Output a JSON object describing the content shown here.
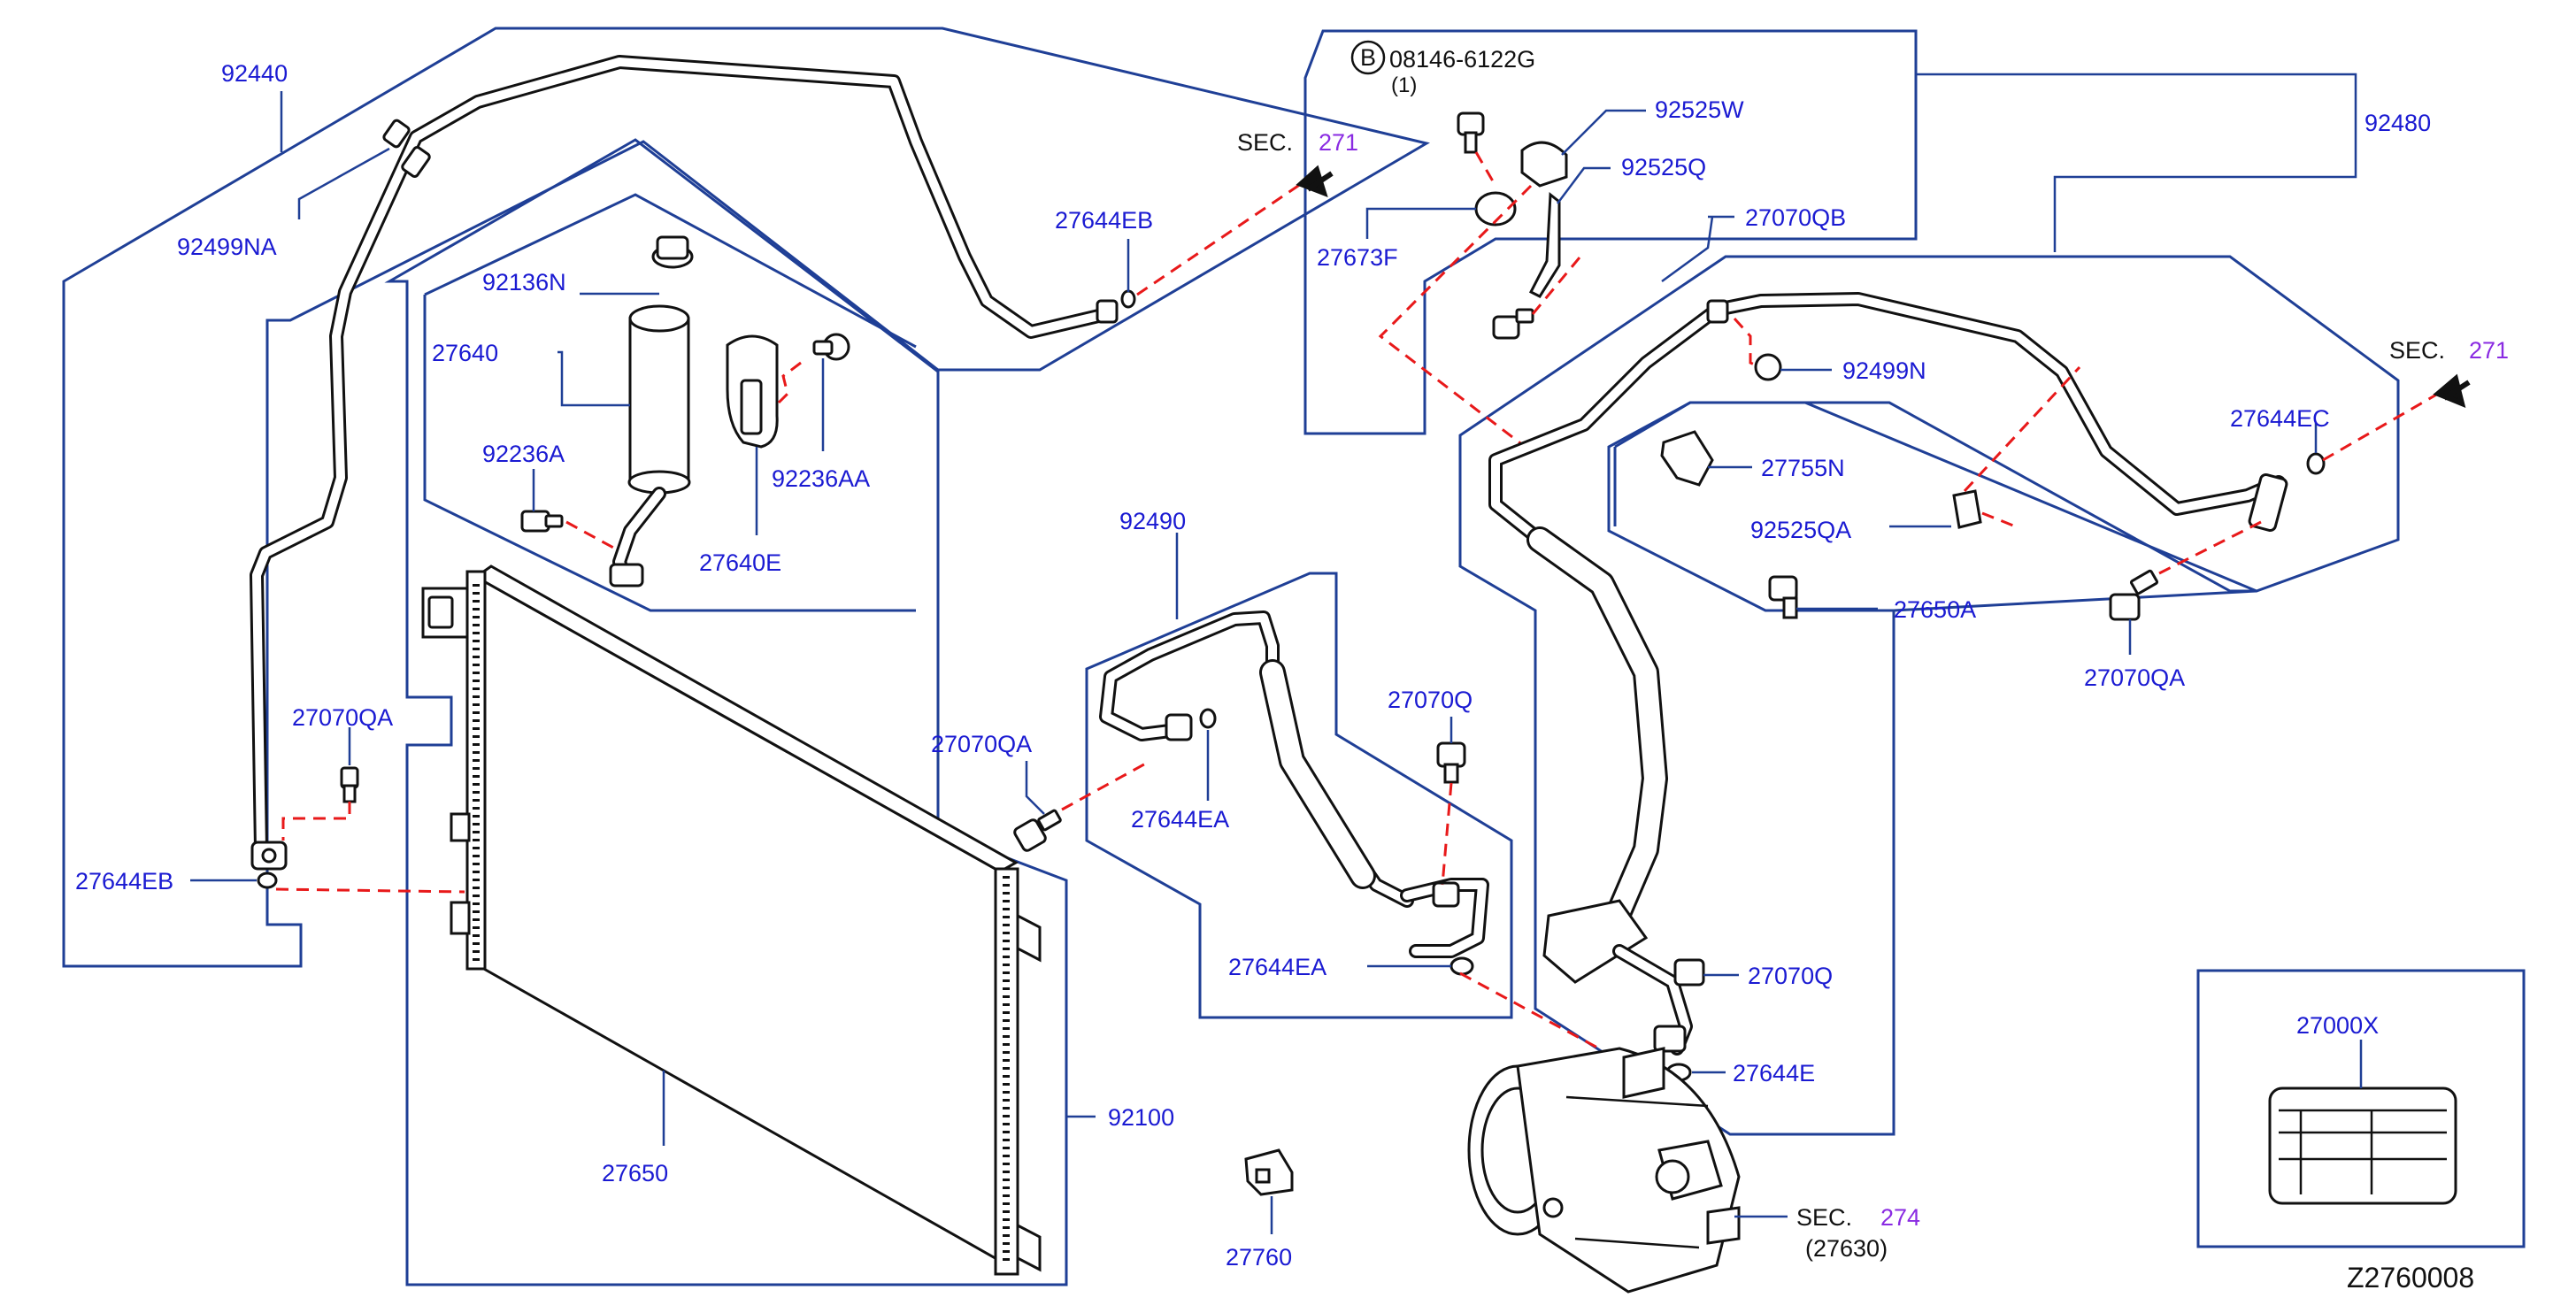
{
  "diagram": {
    "code": "Z2760008",
    "sec_prefix": "SEC.",
    "sec_ref_271": "271",
    "sec_ref_274": "274",
    "bolt_symbol": "B",
    "bolt_spec": "08146-6122G",
    "bolt_qty": "(1)",
    "compressor_ref": "(27630)"
  },
  "labels": {
    "p92440": "92440",
    "p92499NA": "92499NA",
    "p27644EB_top": "27644EB",
    "p92136N": "92136N",
    "p27640": "27640",
    "p92236A": "92236A",
    "p92236AA": "92236AA",
    "p27640E": "27640E",
    "p27070QA_left": "27070QA",
    "p27644EB_left": "27644EB",
    "p27650": "27650",
    "p92100": "92100",
    "p27760": "27760",
    "p92490": "92490",
    "p27070QA_mid": "27070QA",
    "p27644EA_top": "27644EA",
    "p27070Q_mid": "27070Q",
    "p27644EA_bottom": "27644EA",
    "p92525W": "92525W",
    "p92525Q": "92525Q",
    "p27673F": "27673F",
    "p27070QB": "27070QB",
    "p92480": "92480",
    "p92499N": "92499N",
    "p27755N": "27755N",
    "p92525QA": "92525QA",
    "p27650A": "27650A",
    "p27644EC": "27644EC",
    "p27070QA_right": "27070QA",
    "p27070Q_right": "27070Q",
    "p27644E": "27644E",
    "p27000X": "27000X"
  },
  "colors": {
    "label_blue": "#1a1ad2",
    "box_blue": "#1f3f96",
    "dash_red": "#e8191a",
    "sec_purple": "#8a2be2"
  }
}
